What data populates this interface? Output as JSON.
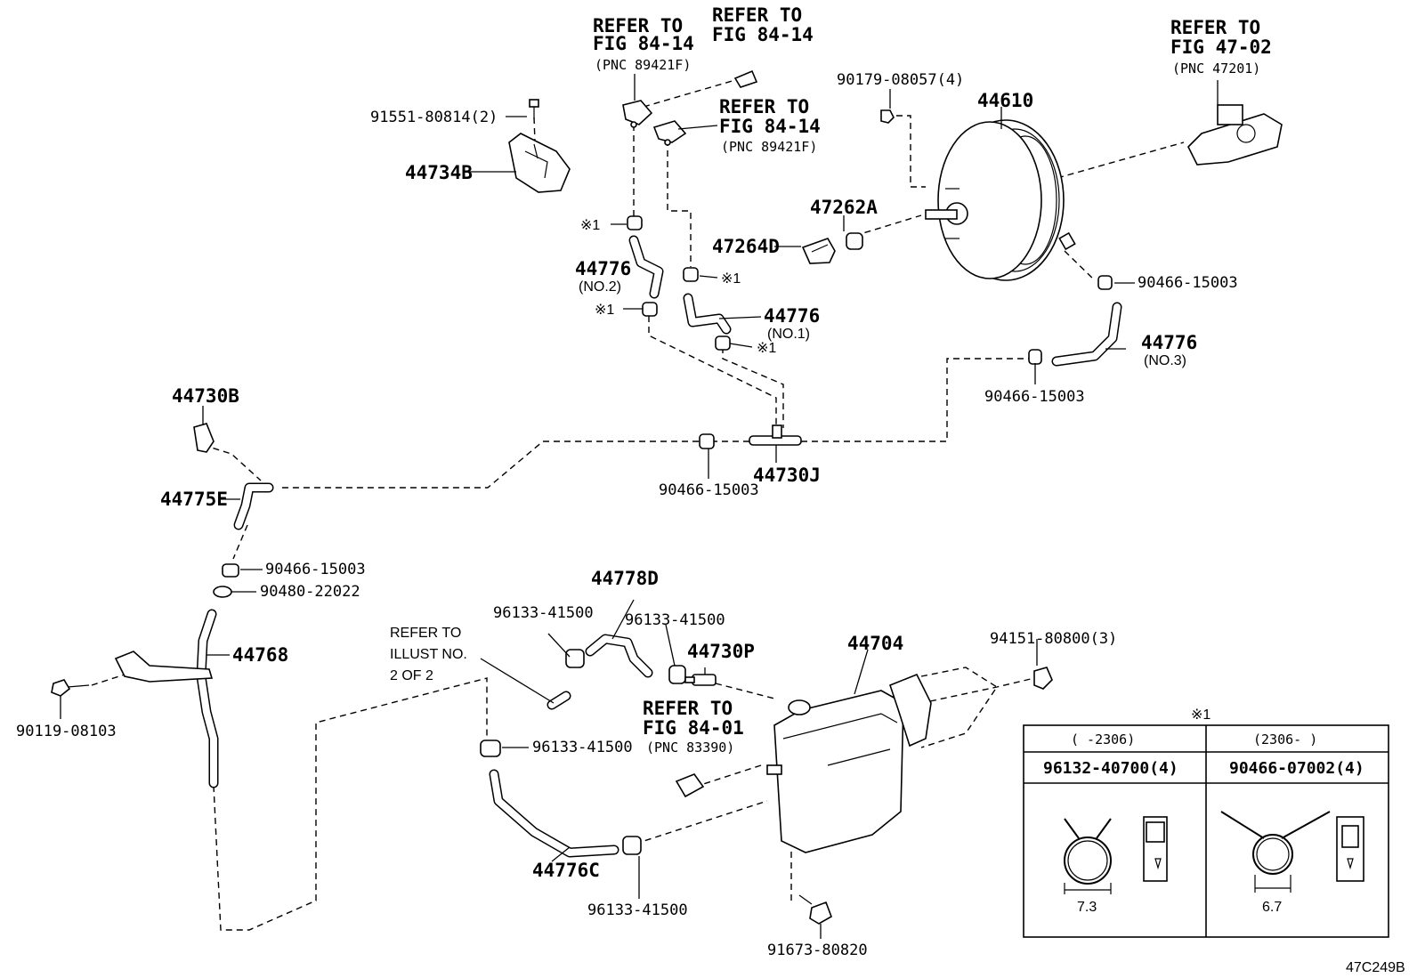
{
  "labels": {
    "refer_fig_84_14_a": [
      "REFER TO",
      "FIG 84-14",
      "(PNC 89421F)"
    ],
    "refer_fig_84_14_b": [
      "REFER TO",
      "FIG 84-14"
    ],
    "refer_fig_84_14_c": [
      "REFER TO",
      "FIG 84-14",
      "(PNC 89421F)"
    ],
    "refer_fig_47_02": [
      "REFER TO",
      "FIG 47-02",
      "(PNC 47201)"
    ],
    "p_91551": "91551-80814(2)",
    "p_44734B": "44734B",
    "p_90179": "90179-08057(4)",
    "p_44610": "44610",
    "p_47262A": "47262A",
    "p_47264D": "47264D",
    "p_90466_r": "90466-15003",
    "p_44776_no3": "44776",
    "p_no3": "(NO.3)",
    "p_90466_mid": "90466-15003",
    "p_44776_no2": "44776",
    "p_no2": "(NO.2)",
    "p_44776_no1": "44776",
    "p_no1": "(NO.1)",
    "p_mark1_a": "※1",
    "p_mark1_b": "※1",
    "p_mark1_c": "※1",
    "p_mark1_d": "※1",
    "p_44730B": "44730B",
    "p_44775E": "44775E",
    "p_90466_l": "90466-15003",
    "p_90480": "90480-22022",
    "p_44768": "44768",
    "p_90119": "90119-08103",
    "p_90466_c": "90466-15003",
    "p_44730J": "44730J",
    "p_44778D": "44778D",
    "p_96133_a": "96133-41500",
    "p_96133_b": "96133-41500",
    "p_44730P": "44730P",
    "refer_illust": [
      "REFER TO",
      "ILLUST NO.",
      "2 OF 2"
    ],
    "refer_fig_84_01": [
      "REFER TO",
      "FIG 84-01",
      "(PNC 83390)"
    ],
    "p_44704": "44704",
    "p_94151": "94151-80800(3)",
    "p_96133_c": "96133-41500",
    "p_44776C": "44776C",
    "p_96133_d": "96133-41500",
    "p_91673": "91673-80820",
    "diagram_code": "47C249B"
  },
  "inset": {
    "title": "※1",
    "col1_range": "(      -2306)",
    "col2_range": "(2306-      )",
    "col1_part": "96132-40700(4)",
    "col2_part": "90466-07002(4)",
    "col1_dim": "7.3",
    "col2_dim": "6.7"
  }
}
